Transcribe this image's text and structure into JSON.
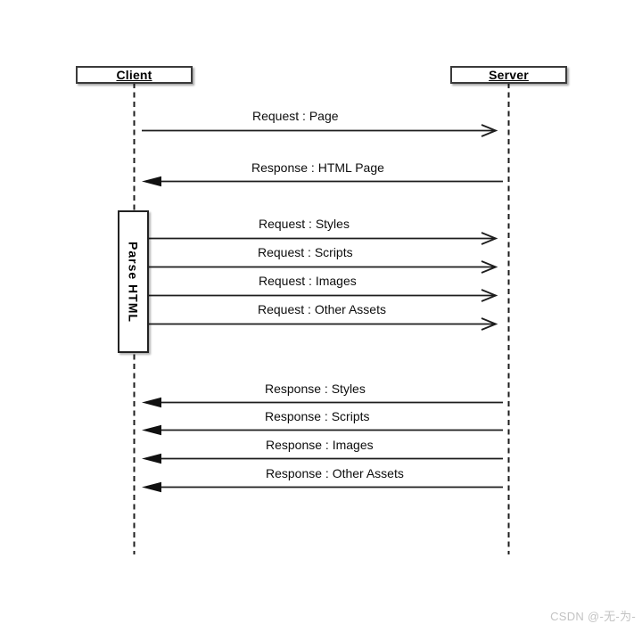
{
  "diagram": {
    "type": "sequence-diagram",
    "actors": [
      {
        "id": "client",
        "name": "Client"
      },
      {
        "id": "server",
        "name": "Server"
      }
    ],
    "activation": {
      "actor": "client",
      "label": "Parse HTML"
    },
    "messages": [
      {
        "label": "Request : Page",
        "from": "Client",
        "to": "Server",
        "kind": "request"
      },
      {
        "label": "Response : HTML Page",
        "from": "Server",
        "to": "Client",
        "kind": "response"
      },
      {
        "label": "Request : Styles",
        "from": "Client",
        "to": "Server",
        "kind": "request"
      },
      {
        "label": "Request : Scripts",
        "from": "Client",
        "to": "Server",
        "kind": "request"
      },
      {
        "label": "Request : Images",
        "from": "Client",
        "to": "Server",
        "kind": "request"
      },
      {
        "label": "Request : Other Assets",
        "from": "Client",
        "to": "Server",
        "kind": "request"
      },
      {
        "label": "Response : Styles",
        "from": "Server",
        "to": "Client",
        "kind": "response"
      },
      {
        "label": "Response : Scripts",
        "from": "Server",
        "to": "Client",
        "kind": "response"
      },
      {
        "label": "Response : Images",
        "from": "Server",
        "to": "Client",
        "kind": "response"
      },
      {
        "label": "Response : Other Assets",
        "from": "Server",
        "to": "Client",
        "kind": "response"
      }
    ],
    "colors": {
      "stroke": "#1d1d1d",
      "text": "#0d0d0d",
      "background": "#ffffff",
      "watermark": "#c3c3c3"
    }
  },
  "watermark": {
    "text": "CSDN @-无-为-"
  }
}
